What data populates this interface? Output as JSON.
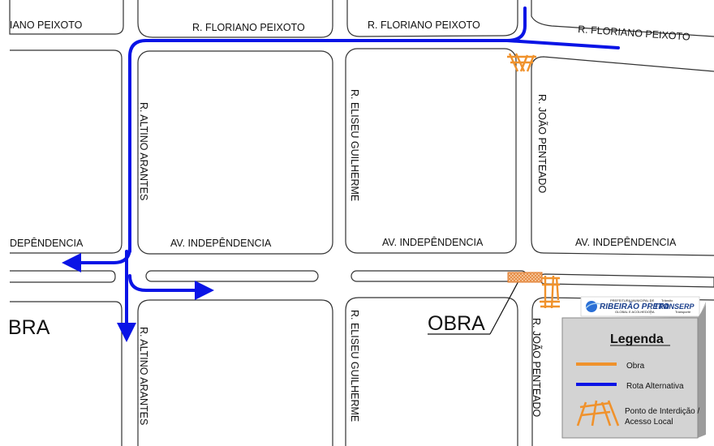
{
  "streets": {
    "floriano_left": "IANO PEIXOTO",
    "floriano_1": "R. FLORIANO PEIXOTO",
    "floriano_2": "R. FLORIANO PEIXOTO",
    "floriano_3": "R. FLORIANO PEIXOTO",
    "independencia_left": "DEPÊNDENCIA",
    "independencia_1": "AV. INDEPÊNDENCIA",
    "independencia_2": "AV. INDEPÊNDENCIA",
    "independencia_3": "AV. INDEPÊNDENCIA",
    "altino_top": "R. ALTINO ARANTES",
    "altino_bottom": "R. ALTINO ARANTES",
    "eliseu_top": "R. ELISEU GUILHERME",
    "eliseu_bottom": "R. ELISEU GUILHERME",
    "joao_top": "R. JOÃO PENTEADO",
    "joao_bottom": "R. JOÃO PENTEADO"
  },
  "labels": {
    "obra_left": "BRA",
    "obra_main": "OBRA"
  },
  "logo": {
    "prefecture_small": "PREFEITURA MUNICIPAL DE",
    "city": "RIBEIRÃO PRETO",
    "tagline": "GLOBAL E ACOLHEDORA",
    "brand": "TRANSERP",
    "brand_small_top": "Trânsito",
    "brand_small_bottom": "Transporte"
  },
  "legend": {
    "title": "Legenda",
    "obra": "Obra",
    "rota": "Rota Alternativa",
    "ponto_line1": "Ponto de Interdição /",
    "ponto_line2": "Acesso Local"
  },
  "colors": {
    "route": "#0a14e6",
    "works": "#f0922c",
    "legend_bg": "#d3d3d3",
    "block_stroke": "#333333"
  }
}
